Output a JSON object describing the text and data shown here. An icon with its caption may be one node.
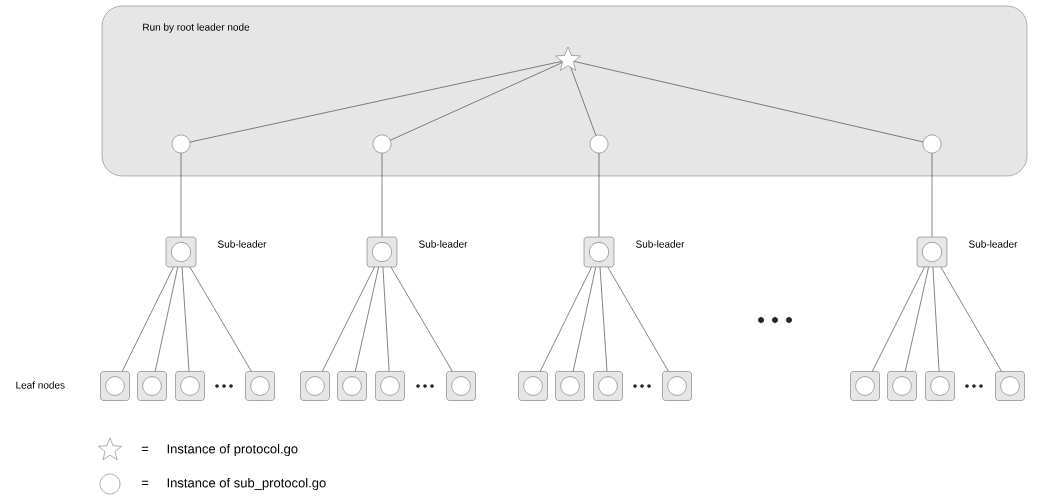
{
  "diagram": {
    "nodes": [
      {
        "text": [
          "Run by root leader node"
        ]
      },
      {
        "text": [],
        "shape": "star",
        "in": 0
      },
      {
        "text": [],
        "shape": "circle",
        "in": 0
      },
      {
        "text": [],
        "shape": "circle",
        "in": 0
      },
      {
        "text": [],
        "shape": "circle",
        "in": 0
      },
      {
        "text": [],
        "shape": "circle",
        "in": 0
      },
      {
        "text": [],
        "shape": "box",
        "beside": [
          "Sub-leader"
        ]
      },
      {
        "text": [],
        "shape": "box"
      },
      {
        "text": [],
        "shape": "box"
      },
      {
        "text": [],
        "shape": "box"
      },
      {
        "text": [],
        "shape": "box"
      },
      {
        "text": [],
        "shape": "box",
        "beside": [
          "Sub-leader"
        ]
      },
      {
        "text": [],
        "shape": "box"
      },
      {
        "text": [],
        "shape": "box"
      },
      {
        "text": [],
        "shape": "box"
      },
      {
        "text": [],
        "shape": "box"
      },
      {
        "text": [],
        "shape": "box",
        "beside": [
          "Sub-leader"
        ]
      },
      {
        "text": [],
        "shape": "box"
      },
      {
        "text": [],
        "shape": "box"
      },
      {
        "text": [],
        "shape": "box"
      },
      {
        "text": [],
        "shape": "box"
      },
      {
        "text": [],
        "shape": "box",
        "beside": [
          "Sub-leader"
        ]
      },
      {
        "text": [],
        "shape": "box"
      },
      {
        "text": [],
        "shape": "box"
      },
      {
        "text": [],
        "shape": "box"
      },
      {
        "text": [],
        "shape": "box"
      }
    ],
    "edges": [
      {
        "from": 1,
        "to": 2,
        "arrow": "none"
      },
      {
        "from": 1,
        "to": 3,
        "arrow": "none"
      },
      {
        "from": 1,
        "to": 4,
        "arrow": "none"
      },
      {
        "from": 1,
        "to": 5,
        "arrow": "none"
      },
      {
        "from": 2,
        "to": 6,
        "arrow": "none"
      },
      {
        "from": 3,
        "to": 11,
        "arrow": "none"
      },
      {
        "from": 4,
        "to": 16,
        "arrow": "none"
      },
      {
        "from": 5,
        "to": 21,
        "arrow": "none"
      },
      {
        "from": 6,
        "to": 7,
        "arrow": "none"
      },
      {
        "from": 6,
        "to": 8,
        "arrow": "none"
      },
      {
        "from": 6,
        "to": 9,
        "arrow": "none"
      },
      {
        "from": 6,
        "to": 10,
        "arrow": "none"
      },
      {
        "from": 11,
        "to": 12,
        "arrow": "none"
      },
      {
        "from": 11,
        "to": 13,
        "arrow": "none"
      },
      {
        "from": 11,
        "to": 14,
        "arrow": "none"
      },
      {
        "from": 11,
        "to": 15,
        "arrow": "none"
      },
      {
        "from": 16,
        "to": 17,
        "arrow": "none"
      },
      {
        "from": 16,
        "to": 18,
        "arrow": "none"
      },
      {
        "from": 16,
        "to": 19,
        "arrow": "none"
      },
      {
        "from": 16,
        "to": 20,
        "arrow": "none"
      },
      {
        "from": 21,
        "to": 22,
        "arrow": "none"
      },
      {
        "from": 21,
        "to": 23,
        "arrow": "none"
      },
      {
        "from": 21,
        "to": 24,
        "arrow": "none"
      },
      {
        "from": 21,
        "to": 25,
        "arrow": "none"
      }
    ],
    "labels": [
      "Leaf nodes",
      "=",
      "="
    ],
    "legend": [
      {
        "text": "Instance of protocol.go"
      },
      {
        "text": "Instance of sub_protocol.go"
      }
    ]
  }
}
